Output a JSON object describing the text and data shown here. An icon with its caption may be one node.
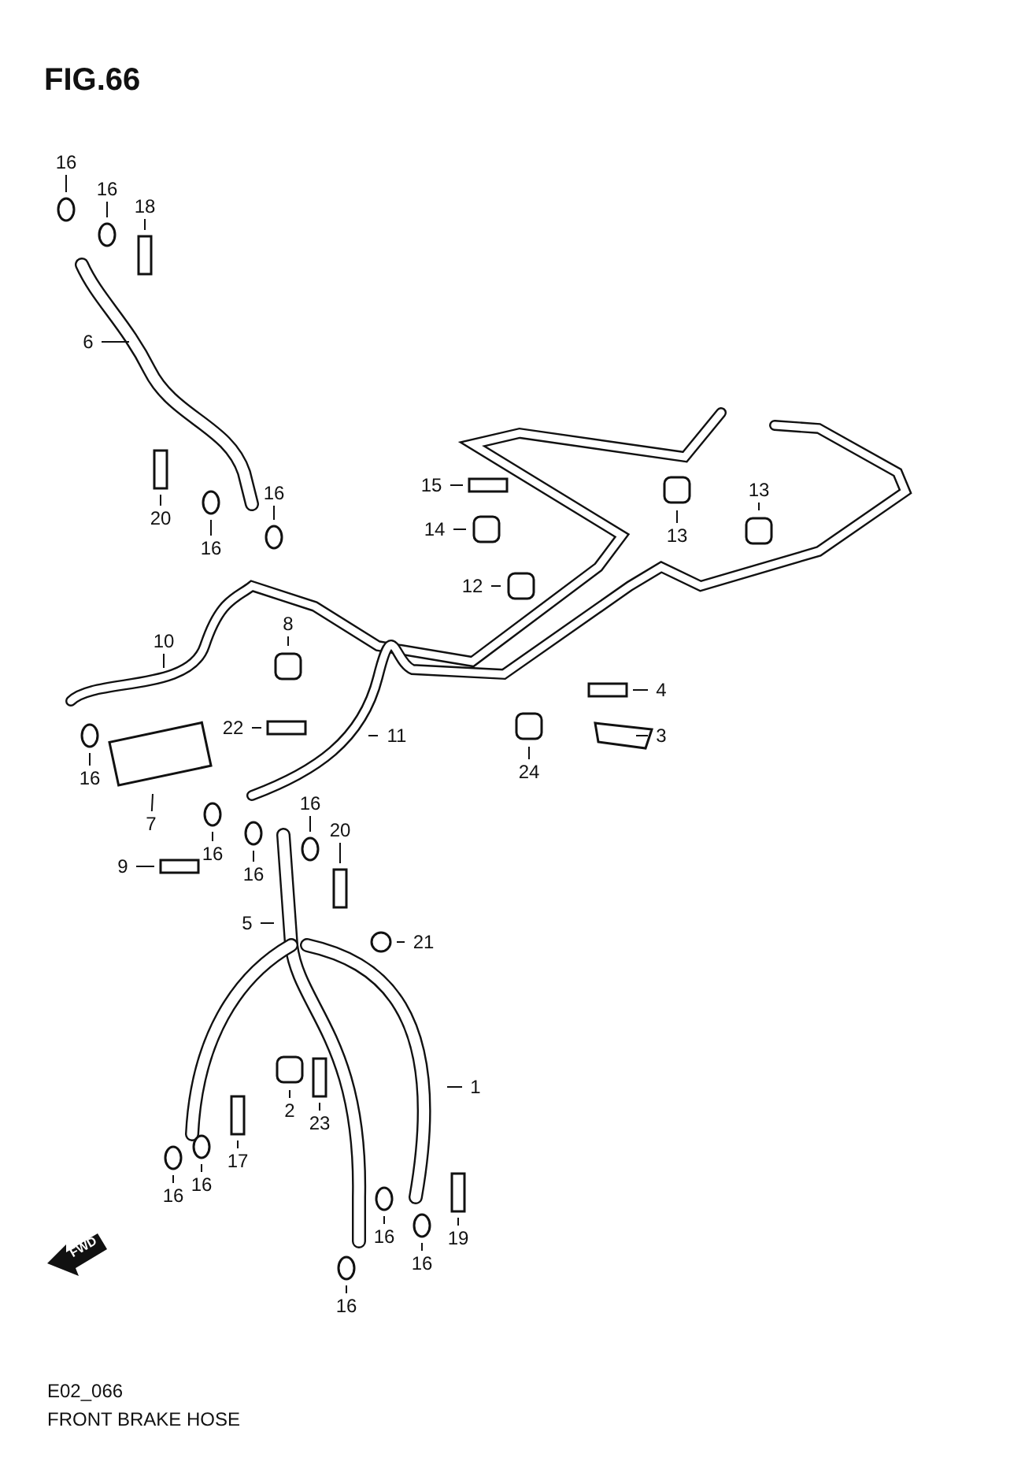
{
  "diagram": {
    "title": "FIG.66",
    "caption": "FRONT BRAKE HOSE",
    "nodes": [
      {
        "text": [
          "16"
        ]
      },
      {
        "text": [
          "16"
        ]
      },
      {
        "text": [
          "18"
        ]
      },
      {
        "text": [
          "6"
        ]
      },
      {
        "text": [
          "20"
        ]
      },
      {
        "text": [
          "16"
        ]
      },
      {
        "text": [
          "16"
        ]
      },
      {
        "text": [
          "15"
        ]
      },
      {
        "text": [
          "14"
        ]
      },
      {
        "text": [
          "13"
        ]
      },
      {
        "text": [
          "13"
        ]
      },
      {
        "text": [
          "12"
        ]
      },
      {
        "text": [
          "10"
        ]
      },
      {
        "text": [
          "8"
        ]
      },
      {
        "text": [
          "16"
        ]
      },
      {
        "text": [
          "4"
        ]
      },
      {
        "text": [
          "22"
        ]
      },
      {
        "text": [
          "11"
        ]
      },
      {
        "text": [
          "3"
        ]
      },
      {
        "text": [
          "7"
        ]
      },
      {
        "text": [
          "9"
        ]
      },
      {
        "text": [
          "24"
        ]
      },
      {
        "text": [
          "16"
        ]
      },
      {
        "text": [
          "16"
        ]
      },
      {
        "text": [
          "16"
        ]
      },
      {
        "text": [
          "20"
        ]
      },
      {
        "text": [
          "5"
        ]
      },
      {
        "text": [
          "21"
        ]
      },
      {
        "text": [
          "1"
        ]
      },
      {
        "text": [
          "2"
        ]
      },
      {
        "text": [
          "23"
        ]
      },
      {
        "text": [
          "17"
        ]
      },
      {
        "text": [
          "16"
        ]
      },
      {
        "text": [
          "16"
        ]
      },
      {
        "text": [
          "16"
        ]
      },
      {
        "text": [
          "16"
        ]
      },
      {
        "text": [
          "19"
        ]
      },
      {
        "text": [
          "16"
        ]
      }
    ],
    "edges": [
      {
        "from": 0,
        "to": null,
        "arrow": "none"
      },
      {
        "from": 1,
        "to": null,
        "arrow": "none"
      },
      {
        "from": 2,
        "to": null,
        "arrow": "none"
      },
      {
        "from": 3,
        "to": null,
        "arrow": "none"
      },
      {
        "from": 4,
        "to": null,
        "arrow": "none"
      },
      {
        "from": 5,
        "to": null,
        "arrow": "none"
      },
      {
        "from": 6,
        "to": null,
        "arrow": "none"
      },
      {
        "from": 7,
        "to": null,
        "arrow": "none"
      },
      {
        "from": 8,
        "to": null,
        "arrow": "none"
      },
      {
        "from": 9,
        "to": null,
        "arrow": "none"
      },
      {
        "from": 10,
        "to": null,
        "arrow": "none"
      },
      {
        "from": 11,
        "to": null,
        "arrow": "none"
      },
      {
        "from": 12,
        "to": null,
        "arrow": "none"
      },
      {
        "from": 13,
        "to": null,
        "arrow": "none"
      },
      {
        "from": 14,
        "to": null,
        "arrow": "none"
      },
      {
        "from": 15,
        "to": null,
        "arrow": "none"
      },
      {
        "from": 16,
        "to": null,
        "arrow": "none"
      },
      {
        "from": 17,
        "to": null,
        "arrow": "none"
      },
      {
        "from": 18,
        "to": null,
        "arrow": "none"
      },
      {
        "from": 19,
        "to": null,
        "arrow": "none"
      },
      {
        "from": 20,
        "to": null,
        "arrow": "none"
      },
      {
        "from": 21,
        "to": null,
        "arrow": "none"
      },
      {
        "from": 22,
        "to": null,
        "arrow": "none"
      },
      {
        "from": 23,
        "to": null,
        "arrow": "none"
      },
      {
        "from": 24,
        "to": null,
        "arrow": "none"
      },
      {
        "from": 25,
        "to": null,
        "arrow": "none"
      },
      {
        "from": 26,
        "to": null,
        "arrow": "none"
      },
      {
        "from": 27,
        "to": null,
        "arrow": "none"
      },
      {
        "from": 28,
        "to": null,
        "arrow": "none"
      },
      {
        "from": 29,
        "to": null,
        "arrow": "none"
      },
      {
        "from": 30,
        "to": null,
        "arrow": "none"
      },
      {
        "from": 31,
        "to": null,
        "arrow": "none"
      },
      {
        "from": 32,
        "to": null,
        "arrow": "none"
      },
      {
        "from": 33,
        "to": null,
        "arrow": "none"
      },
      {
        "from": 34,
        "to": null,
        "arrow": "none"
      },
      {
        "from": 35,
        "to": null,
        "arrow": "none"
      },
      {
        "from": 36,
        "to": null,
        "arrow": "none"
      },
      {
        "from": 37,
        "to": null,
        "arrow": "none"
      }
    ],
    "labels": [
      "FWD",
      "E02_066"
    ]
  }
}
